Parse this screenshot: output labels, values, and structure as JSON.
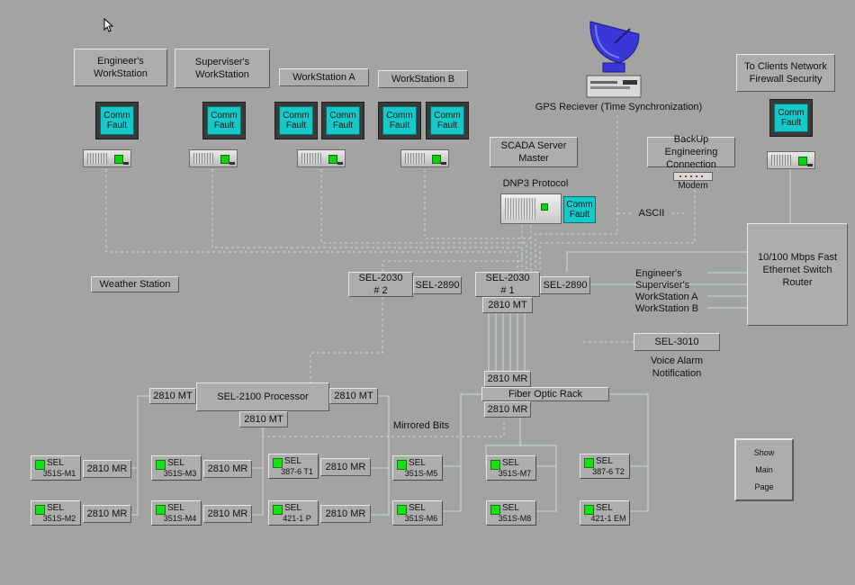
{
  "workstations": {
    "engineer": "Engineer's\nWorkStation",
    "supervisor": "Superviser's\nWorkStation",
    "ws_a": "WorkStation A",
    "ws_b": "WorkStation B"
  },
  "comm_fault": "Comm\nFault",
  "gps_label": "GPS Reciever (Time Synchronization)",
  "clients_network": "To Clients Network\nFirewall Security",
  "scada_master": "SCADA Server\nMaster",
  "backup_engineering": "BackUp Engineering\nConnection",
  "modem": "Modem",
  "dnp3": "DNP3 Protocol",
  "ascii": "ASCII",
  "switch_router": "10/100 Mbps Fast\nEthernet Switch\nRouter",
  "weather_station": "Weather Station",
  "sel2030_2": "SEL-2030\n# 2",
  "sel2030_1": "SEL-2030\n# 1",
  "sel2890": "SEL-2890",
  "mt2810": "2810 MT",
  "mr2810": "2810 MR",
  "switch_clients": [
    "Engineer's",
    "Superviser's",
    "WorkStation A",
    "WorkStation B"
  ],
  "sel3010": "SEL-3010",
  "voice_alarm": "Voice Alarm\nNotification",
  "sel2100": "SEL-2100 Processor",
  "fiber_rack": "Fiber Optic Rack",
  "mirrored_bits": "Mirrored Bits",
  "relay_prefix": "SEL",
  "relays": {
    "r1": "351S-M1",
    "r2": "351S-M2",
    "r3": "351S-M3",
    "r4": "351S-M4",
    "r5": "387-6 T1",
    "r6": "421-1 P",
    "r7": "351S-M5",
    "r8": "351S-M6",
    "r9": "351S-M7",
    "r10": "351S-M8",
    "r11": "387-6 T2",
    "r12": "421-1 EM"
  },
  "show_main_page": {
    "l1": "Show",
    "l2": "Main",
    "l3": "Page"
  },
  "colors": {
    "background": "#a3a3a2",
    "screen": "#16c8c8",
    "led": "#18e018",
    "wire": "#c6dbe6"
  }
}
